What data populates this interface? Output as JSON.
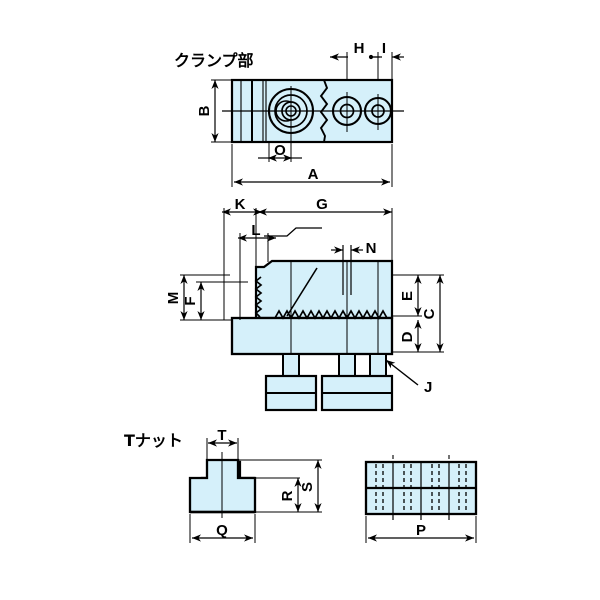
{
  "drawing": {
    "type": "technical-engineering-drawing",
    "background_color": "#ffffff",
    "line_color": "#000000",
    "fill_color": "#d5f0fa",
    "views": [
      {
        "id": "clamp-top-view",
        "title": "クランプ部",
        "dimension_labels": [
          "B",
          "H",
          "I",
          "O",
          "A"
        ]
      },
      {
        "id": "clamp-side-view",
        "title": "",
        "dimension_labels": [
          "K",
          "G",
          "L",
          "N",
          "M",
          "F",
          "E",
          "C",
          "D",
          "J"
        ]
      },
      {
        "id": "tnut-front-view",
        "title": "Tナット",
        "dimension_labels": [
          "T",
          "S",
          "R",
          "Q"
        ]
      },
      {
        "id": "tnut-side-view",
        "title": "",
        "dimension_labels": [
          "P"
        ]
      }
    ]
  },
  "titles": {
    "clamp_part": "クランプ部",
    "t_nut": "Tナット"
  },
  "dimensions": {
    "A": "A",
    "B": "B",
    "C": "C",
    "D": "D",
    "E": "E",
    "F": "F",
    "G": "G",
    "H": "H",
    "I": "I",
    "J": "J",
    "K": "K",
    "L": "L",
    "M": "M",
    "N": "N",
    "O": "O",
    "P": "P",
    "Q": "Q",
    "R": "R",
    "S": "S",
    "T": "T"
  }
}
